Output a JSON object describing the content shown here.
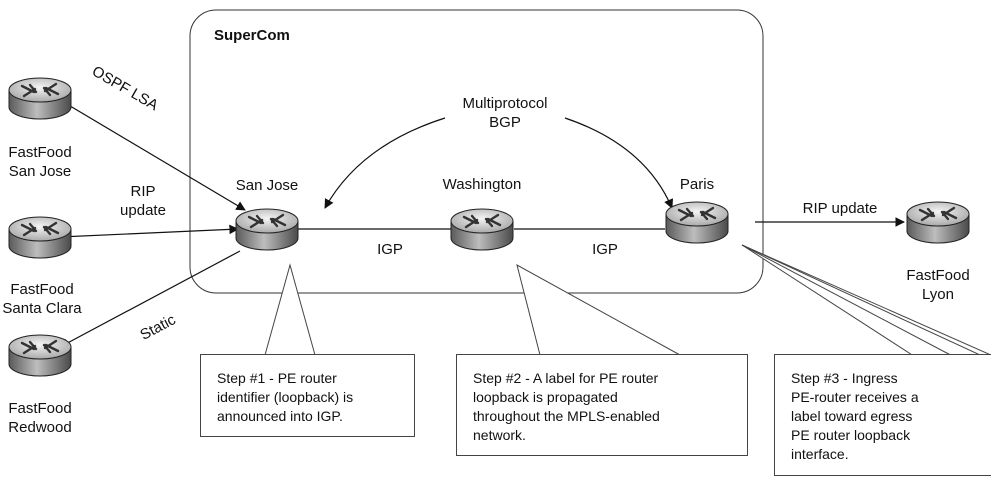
{
  "cloud": {
    "title": "SuperCom"
  },
  "protocol": {
    "line1": "Multiprotocol",
    "line2": "BGP"
  },
  "routers": {
    "san_jose": "San Jose",
    "washington": "Washington",
    "paris": "Paris",
    "ff_san_jose": {
      "line1": "FastFood",
      "line2": "San Jose"
    },
    "ff_santa_clara": {
      "line1": "FastFood",
      "line2": "Santa Clara"
    },
    "ff_redwood": {
      "line1": "FastFood",
      "line2": "Redwood"
    },
    "ff_lyon": {
      "line1": "FastFood",
      "line2": "Lyon"
    }
  },
  "links": {
    "ospf": "OSPF LSA",
    "rip_left": {
      "line1": "RIP",
      "line2": "update"
    },
    "static": "Static",
    "igp1": "IGP",
    "igp2": "IGP",
    "rip_right": "RIP update"
  },
  "steps": {
    "step1": [
      "Step #1 - PE router",
      "identifier (loopback) is",
      "announced into IGP."
    ],
    "step2": [
      "Step #2 - A label for PE router",
      "loopback is propagated",
      "throughout the MPLS-enabled",
      "network."
    ],
    "step3": [
      "Step #3 - Ingress",
      "PE-router receives a",
      "label toward egress",
      "PE router loopback",
      "interface."
    ]
  }
}
